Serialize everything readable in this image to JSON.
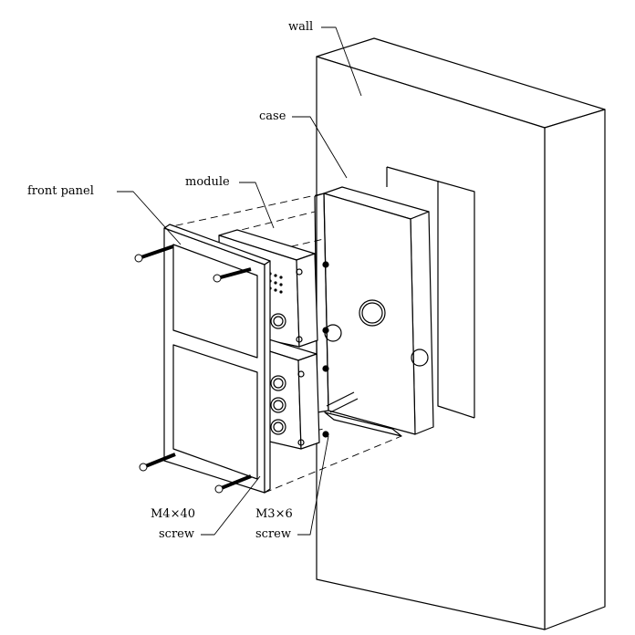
{
  "labels": {
    "wall": "wall",
    "case": "case",
    "module": "module",
    "front_panel": "front panel",
    "m4_size": "M4×40",
    "m4_screw": "screw",
    "m3_size": "M3×6",
    "m3_screw": "screw"
  },
  "colors": {
    "line": "#000000",
    "background": "#ffffff"
  }
}
